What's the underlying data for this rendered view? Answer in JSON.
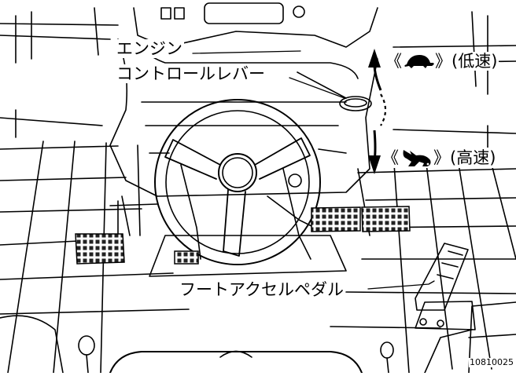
{
  "labels": {
    "engine_line1": "エンジン",
    "engine_line2": "コントロールレバー",
    "slow_text": "(低速)",
    "fast_text": "(高速)",
    "foot_pedal": "フートアクセルペダル",
    "figure_id": "10810025"
  },
  "symbols": {
    "open_bracket": "《",
    "close_bracket": "》",
    "slow_icon": "turtle-icon",
    "fast_icon": "rabbit-icon"
  }
}
